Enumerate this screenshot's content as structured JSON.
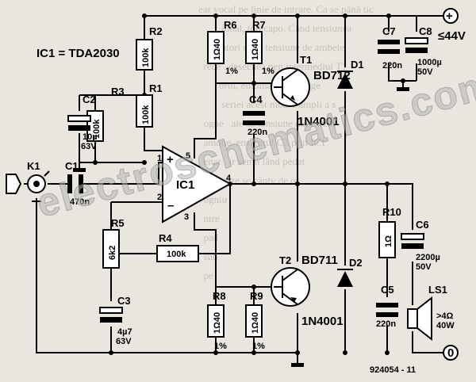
{
  "ic_note": "IC1 = TDA2030",
  "ic": {
    "name": "IC1",
    "plus": "+",
    "minus": "–",
    "pins": [
      "1",
      "2",
      "3",
      "4",
      "5"
    ]
  },
  "connector": {
    "name": "K1"
  },
  "resistors": {
    "R1": {
      "name": "R1",
      "value": "100k"
    },
    "R2": {
      "name": "R2",
      "value": "100k"
    },
    "R3": {
      "name": "R3",
      "value": "100k"
    },
    "R4": {
      "name": "R4",
      "value": "100k"
    },
    "R5": {
      "name": "R5",
      "value": "6k2"
    },
    "R6": {
      "name": "R6",
      "value": "1Ω40",
      "tol": "1%"
    },
    "R7": {
      "name": "R7",
      "value": "1Ω40",
      "tol": "1%"
    },
    "R8": {
      "name": "R8",
      "value": "1Ω40",
      "tol": "1%"
    },
    "R9": {
      "name": "R9",
      "value": "1Ω40",
      "tol": "1%"
    },
    "R10": {
      "name": "R10",
      "value": "1Ω"
    }
  },
  "capacitors": {
    "C1": {
      "name": "C1",
      "value": "470n"
    },
    "C2": {
      "name": "C2",
      "value": "10µ",
      "volt": "63V"
    },
    "C3": {
      "name": "C3",
      "value": "4µ7",
      "volt": "63V"
    },
    "C4": {
      "name": "C4",
      "value": "220n"
    },
    "C5": {
      "name": "C5",
      "value": "220n"
    },
    "C6": {
      "name": "C6",
      "value": "2200µ",
      "volt": "50V"
    },
    "C7": {
      "name": "C7",
      "value": "220n"
    },
    "C8": {
      "name": "C8",
      "value": "1000µ",
      "volt": "50V"
    }
  },
  "transistors": {
    "T1": {
      "name": "T1",
      "part": "BD712",
      "diode": "1N4001"
    },
    "T2": {
      "name": "T2",
      "part": "BD711",
      "diode": "1N4001"
    }
  },
  "diodes": {
    "D1": "D1",
    "D2": "D2"
  },
  "supply": {
    "label": "≤44V",
    "plus": "+",
    "zero": "0"
  },
  "speaker": {
    "name": "LS1",
    "imp": ">4Ω",
    "power": "40W"
  },
  "ref_code": "924054 - 11",
  "watermark": "electroschematics.com",
  "background_text": [
    "ear vocal pe linie de intrare. Ca se până tic",
    "         ional, toţi capo. Când tensiunea",
    "         atori sunt, tensiune de ambele",
    "  rece   desechea pen intermediul T1",
    "        orul, eliminare cere fuge",
    "         seriei acest mod-e ampli a s",
    "  ogne   ale de tensiune din sarcin",
    "  amone  ensatorul C3 prin IC1",
    "  enar   ir semn lând pedat",
    "          atre se cântv de oc",
    "",
    "  ogniu",
    "",
    "",
    "  ntre",
    "",
    "  pad",
    "  sub",
    "  pe"
  ]
}
